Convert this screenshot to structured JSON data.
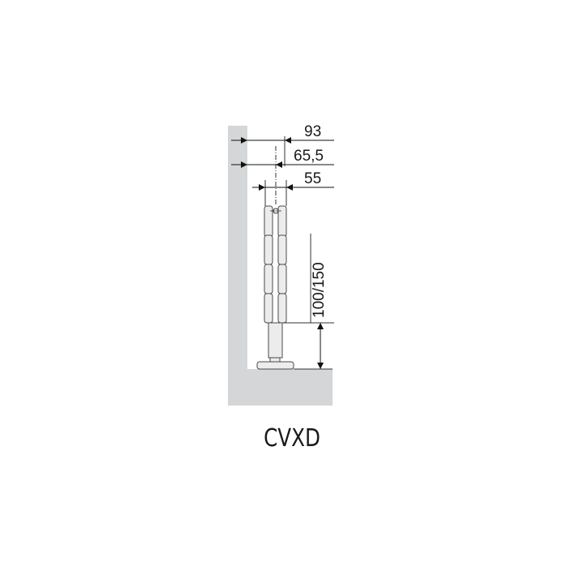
{
  "diagram": {
    "title": "CVXD",
    "dimensions": {
      "overall_depth": "93",
      "center_distance": "65,5",
      "column_width": "55",
      "floor_clearance": "100/150"
    },
    "colors": {
      "wall_floor": "#d4d6d8",
      "stroke": "#3a3a3a",
      "column_fill": "#ececec"
    }
  }
}
